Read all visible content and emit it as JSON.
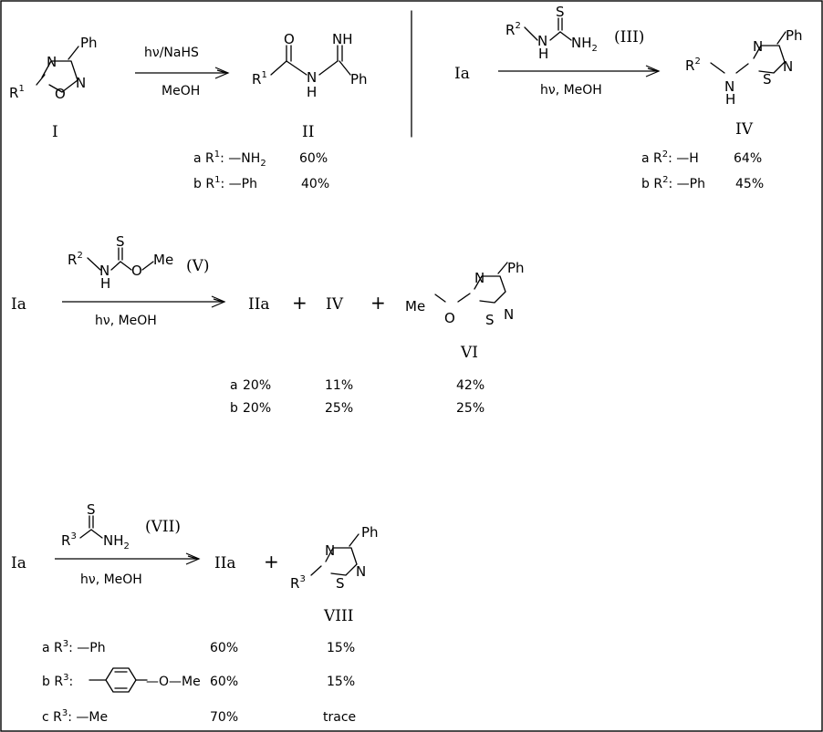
{
  "labels": {
    "I": "I",
    "II": "II",
    "III": "(III)",
    "IV": "IV",
    "V": "(V)",
    "VI": "VI",
    "VII": "(VII)",
    "VIII": "VIII",
    "Ia": "Ia",
    "IIa": "IIa",
    "plus": "+"
  },
  "atoms": {
    "Ph": "Ph",
    "N": "N",
    "O": "O",
    "S": "S",
    "H": "H",
    "Me": "Me",
    "NH": "NH",
    "R": "R",
    "sup1": "1",
    "sup2": "2",
    "sup3": "3",
    "sub2": "2"
  },
  "reaction1": {
    "reagent": "hν/NaHS",
    "solvent": "MeOH",
    "rows": [
      {
        "label": "a R",
        "sup": "1",
        "group": ": —NH",
        "sub": "2",
        "yield": "60%"
      },
      {
        "label": "b R",
        "sup": "1",
        "group": ": —Ph",
        "sub": "",
        "yield": "40%"
      }
    ]
  },
  "reaction2": {
    "condition": "hν, MeOH",
    "rows": [
      {
        "label": "a R",
        "sup": "2",
        "group": ": —H",
        "yield": "64%"
      },
      {
        "label": "b R",
        "sup": "2",
        "group": ": —Ph",
        "yield": "45%"
      }
    ]
  },
  "reaction3": {
    "condition": "hν, MeOH",
    "rows": [
      {
        "label": "a",
        "IIa": "20%",
        "IV": "11%",
        "VI": "42%"
      },
      {
        "label": "b",
        "IIa": "20%",
        "IV": "25%",
        "VI": "25%"
      }
    ]
  },
  "reaction4": {
    "condition": "hν, MeOH",
    "rows": [
      {
        "label": "a R",
        "sup": "3",
        "group": ": —Ph",
        "IIa": "60%",
        "VIII": "15%"
      },
      {
        "label": "b R",
        "sup": "3",
        "group": ":",
        "group_suffix": "—O—Me",
        "IIa": "60%",
        "VIII": "15%"
      },
      {
        "label": "c R",
        "sup": "3",
        "group": ": —Me",
        "IIa": "70%",
        "VIII": "trace"
      }
    ]
  }
}
